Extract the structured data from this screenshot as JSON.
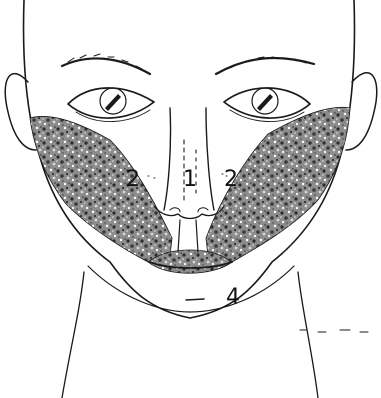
{
  "figure": {
    "labels": {
      "left_zone": "2",
      "nose_zone": "1",
      "right_zone": "2",
      "chin_zone": "4"
    }
  },
  "colors": {
    "ink": "#1a1a1a",
    "speckle_dark": "#2b2b2b",
    "speckle_mid": "#6e6e6e",
    "speckle_light": "#b5b5b5",
    "background": "#ffffff"
  }
}
